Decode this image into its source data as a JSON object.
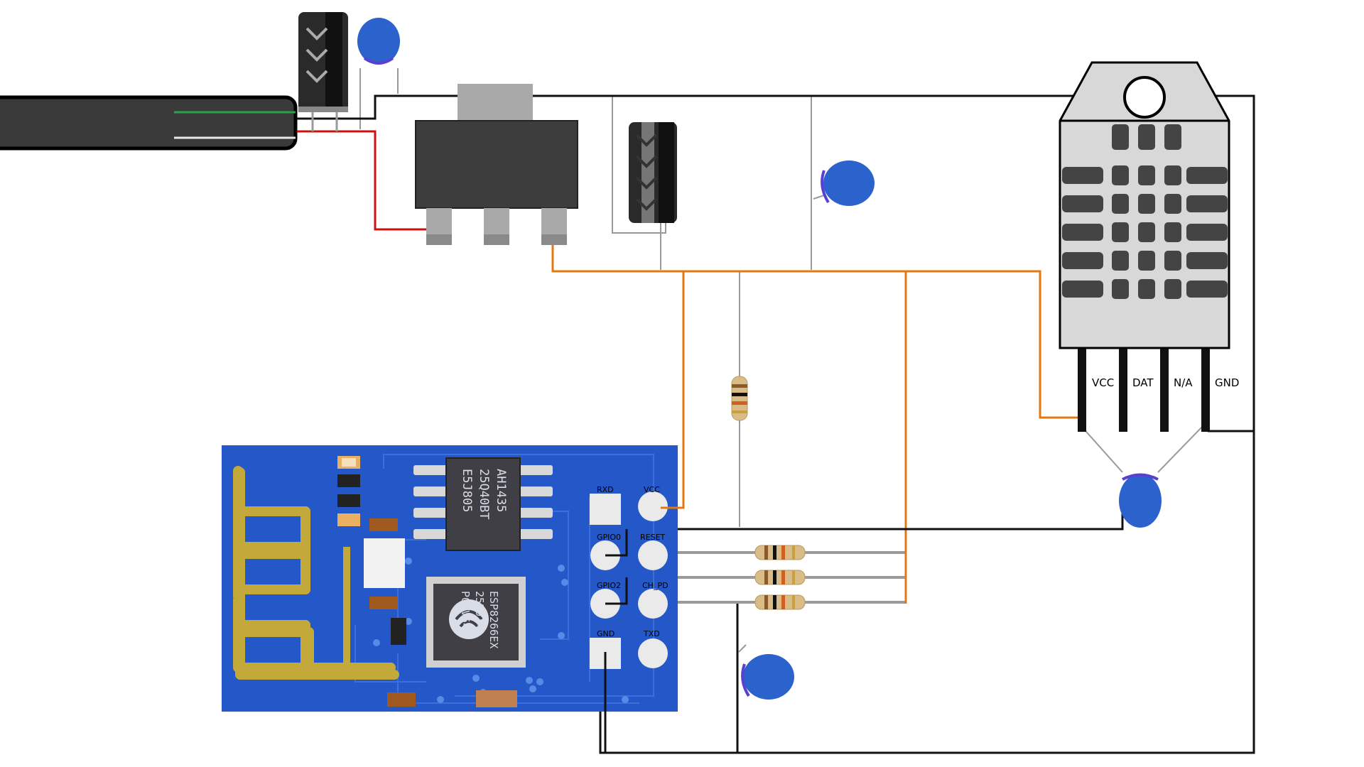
{
  "colors": {
    "wire_black": "#111111",
    "wire_orange": "#e07a10",
    "wire_red": "#cc1111",
    "wire_grey": "#9a9a9a",
    "board_blue": "#2457c8",
    "trace_blue": "#3a70d8",
    "antenna_gold": "#c2a93a",
    "chip_dark": "#3f3f45",
    "ceramic_cap": "#2c62cc",
    "regulator_body": "#3d3d3d",
    "regulator_tab": "#a9a9a9",
    "sensor_body": "#d8d8d8",
    "cable": "#3a3a3a"
  },
  "esp_module": {
    "flash_chip": {
      "line1": "AH1435",
      "line2": "25Q40BT",
      "line3": "E5J805"
    },
    "soc_chip": {
      "line1": "ESP8266EX",
      "line2": "252014",
      "line3": "P0HV54"
    },
    "pins": {
      "rxd": "RXD",
      "vcc": "VCC",
      "gpio0": "GPIO0",
      "reset": "RESET",
      "gpio2": "GPIO2",
      "ch_pd": "CH_PD",
      "gnd": "GND",
      "txd": "TXD"
    }
  },
  "dht_sensor": {
    "pins": {
      "vcc": "VCC",
      "dat": "DAT",
      "na": "N/A",
      "gnd": "GND"
    }
  },
  "icons": [
    "electrolytic-capacitor-icon",
    "ceramic-capacitor-icon",
    "resistor-icon",
    "voltage-regulator-icon",
    "dht-sensor-icon",
    "esp-01-module-icon",
    "power-cable-icon"
  ]
}
